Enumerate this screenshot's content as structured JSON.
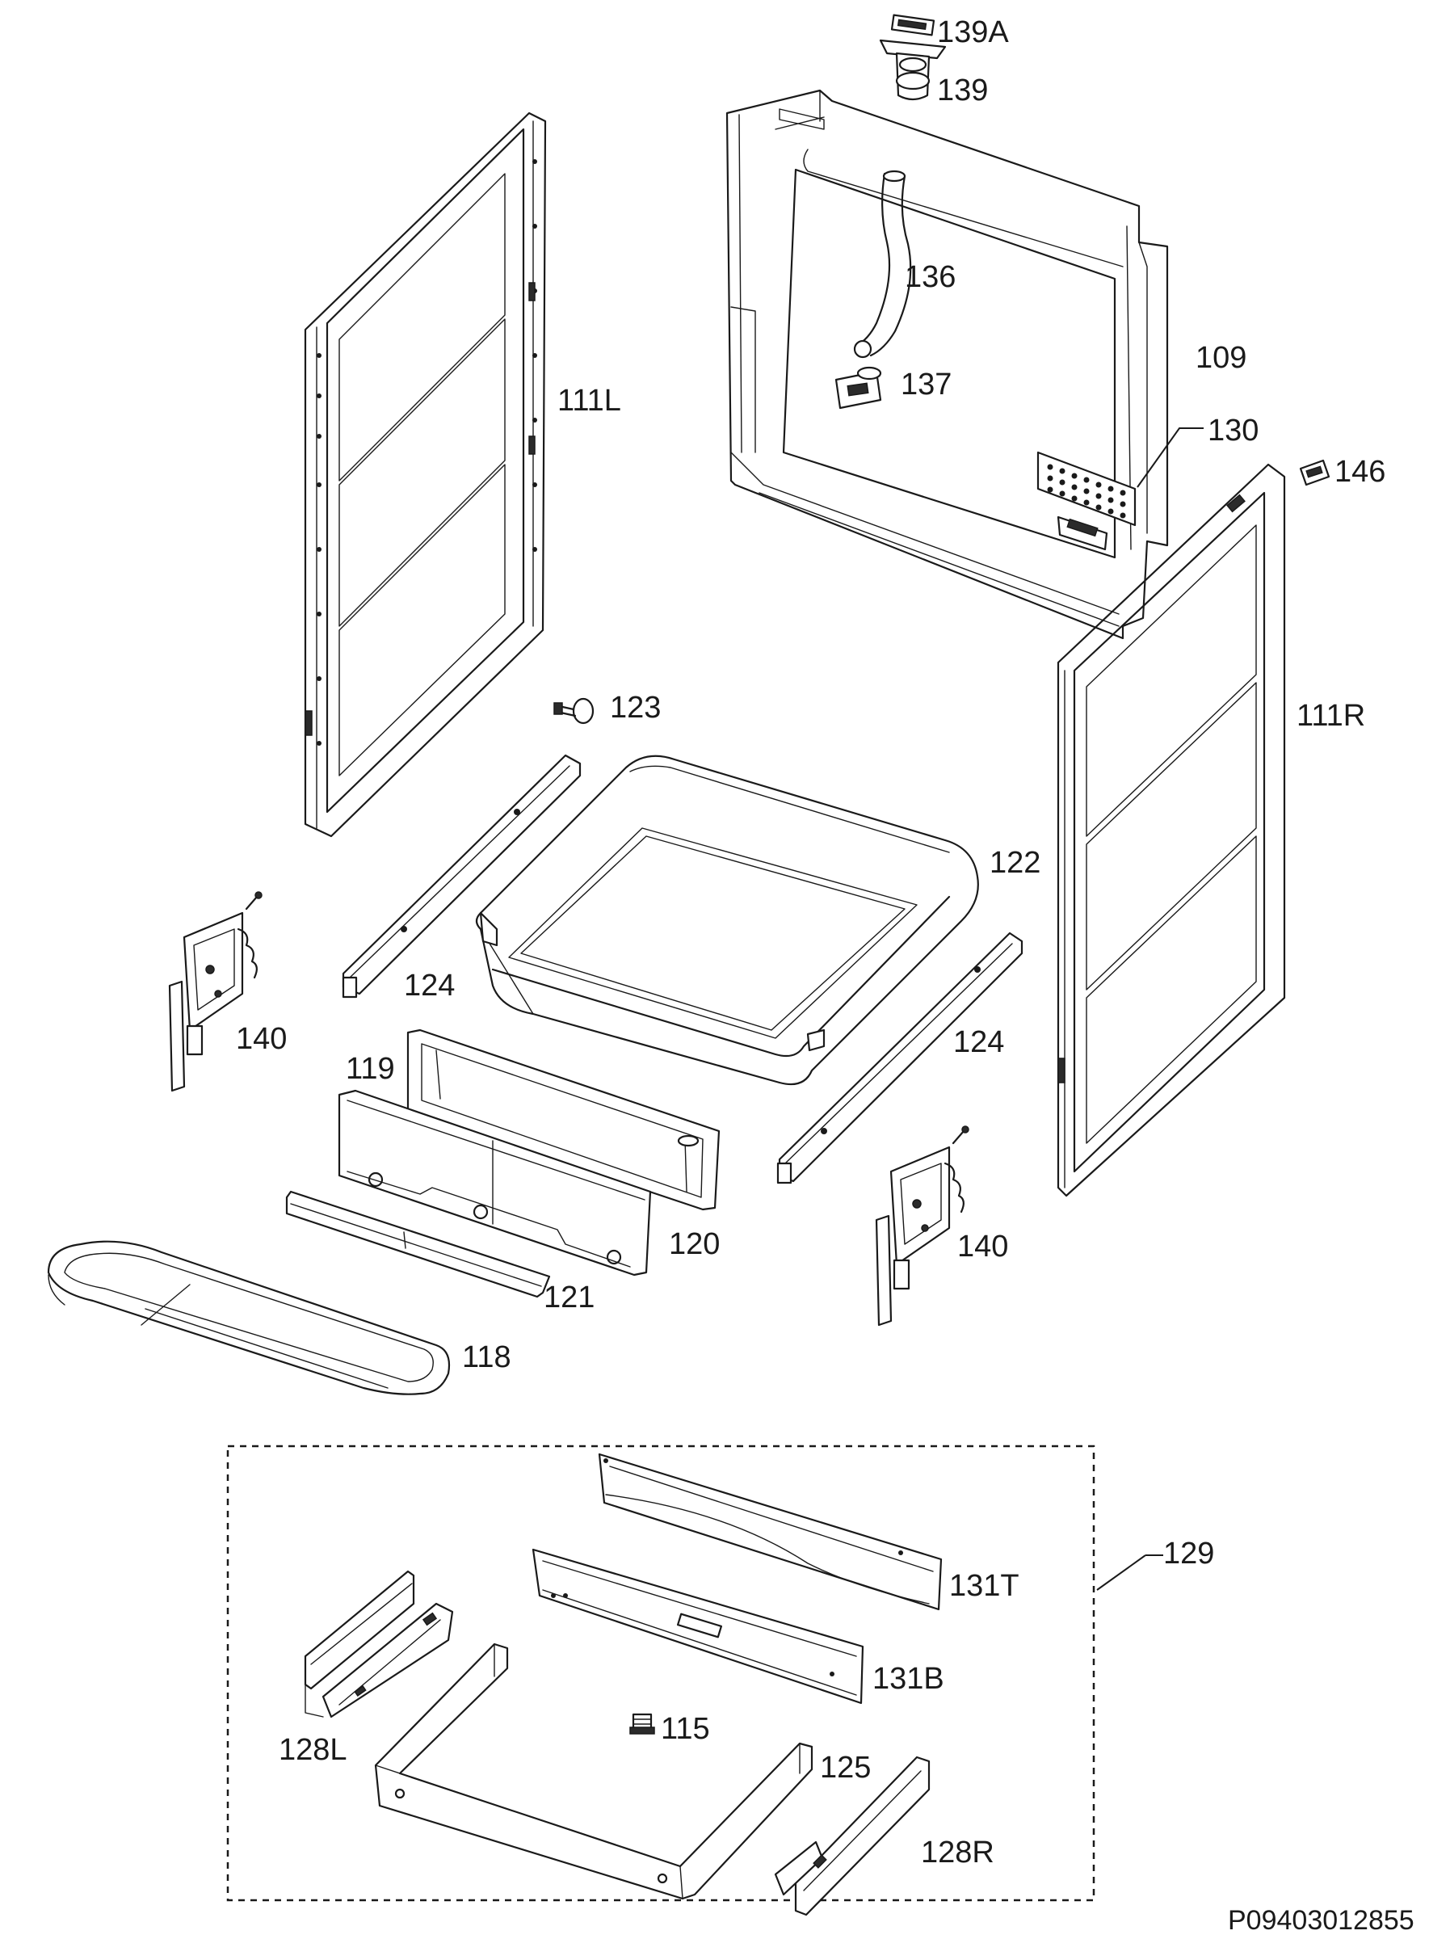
{
  "labels": {
    "l139a": "139A",
    "l139": "139",
    "l136": "136",
    "l109": "109",
    "l137": "137",
    "l130": "130",
    "l146": "146",
    "l111l": "111L",
    "l111r": "111R",
    "l123": "123",
    "l122": "122",
    "l124a": "124",
    "l124b": "124",
    "l140a": "140",
    "l140b": "140",
    "l119": "119",
    "l120": "120",
    "l121": "121",
    "l118": "118",
    "l129": "129",
    "l131t": "131T",
    "l131b": "131B",
    "l128l": "128L",
    "l115": "115",
    "l125": "125",
    "l128r": "128R"
  },
  "document_code": "P09403012855"
}
